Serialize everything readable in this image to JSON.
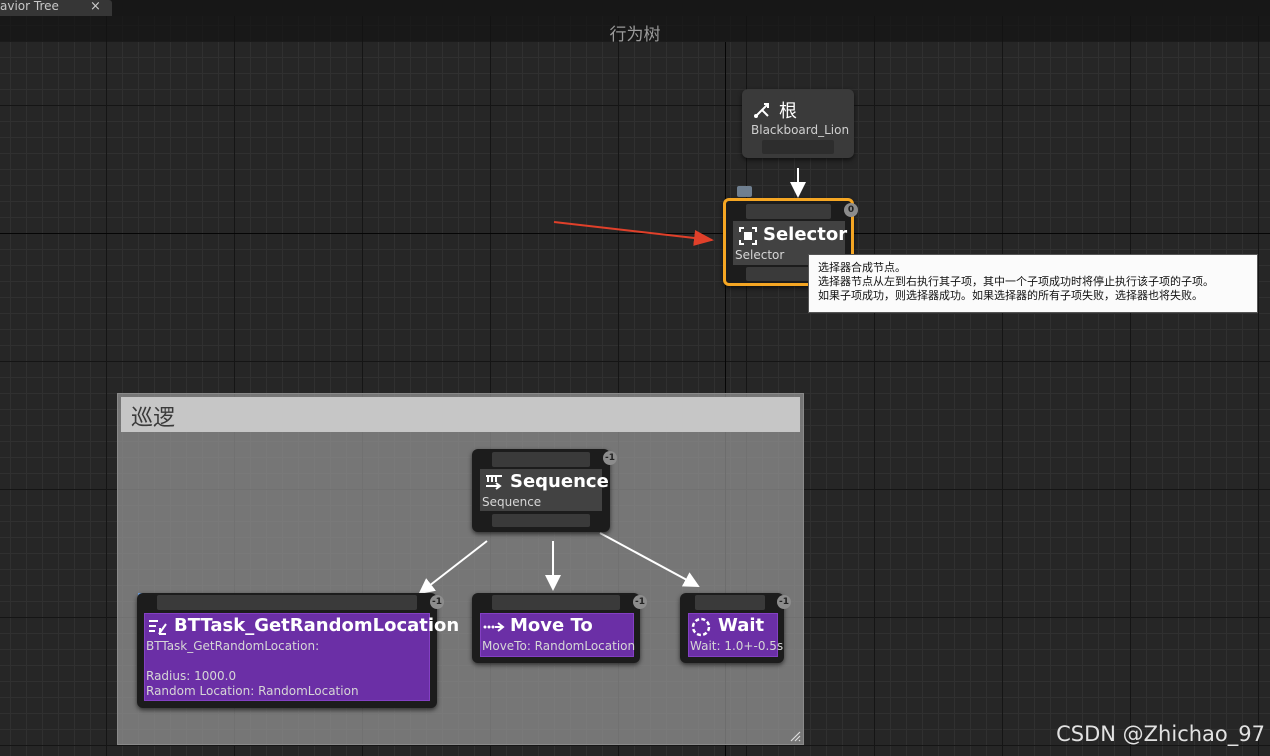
{
  "tab": {
    "label": "avior Tree",
    "close_glyph": "×"
  },
  "graph_title": "行为树",
  "root_node": {
    "title": "根",
    "subtitle": "Blackboard_Lion",
    "icon": "root-icon"
  },
  "selector_node": {
    "title": "Selector",
    "subtitle": "Selector",
    "index": "0",
    "icon": "selector-icon",
    "highlight_color": "#f5a623"
  },
  "tooltip": {
    "line1": "选择器合成节点。",
    "line2": "选择器节点从左到右执行其子项，其中一个子项成功时将停止执行该子项的子项。",
    "line3": "如果子项成功，则选择器成功。如果选择器的所有子项失败，选择器也将失败。"
  },
  "comment": {
    "title": "巡逻"
  },
  "sequence_node": {
    "title": "Sequence",
    "subtitle": "Sequence",
    "index": "-1",
    "icon": "sequence-icon"
  },
  "task_nodes": [
    {
      "title": "BTTask_GetRandomLocation",
      "line1": "BTTask_GetRandomLocation:",
      "line2": "Radius: 1000.0",
      "line3": "Random Location: RandomLocation",
      "index": "-1",
      "icon": "task-icon"
    },
    {
      "title": "Move To",
      "line1": "MoveTo: RandomLocation",
      "index": "-1",
      "icon": "move-to-icon"
    },
    {
      "title": "Wait",
      "line1": "Wait: 1.0+-0.5s",
      "index": "-1",
      "icon": "wait-icon"
    }
  ],
  "watermark": "CSDN @Zhichao_97",
  "colors": {
    "task_purple": "#6b2fa6",
    "selection_orange": "#f5a623",
    "annotation_arrow": "#e0402a"
  }
}
